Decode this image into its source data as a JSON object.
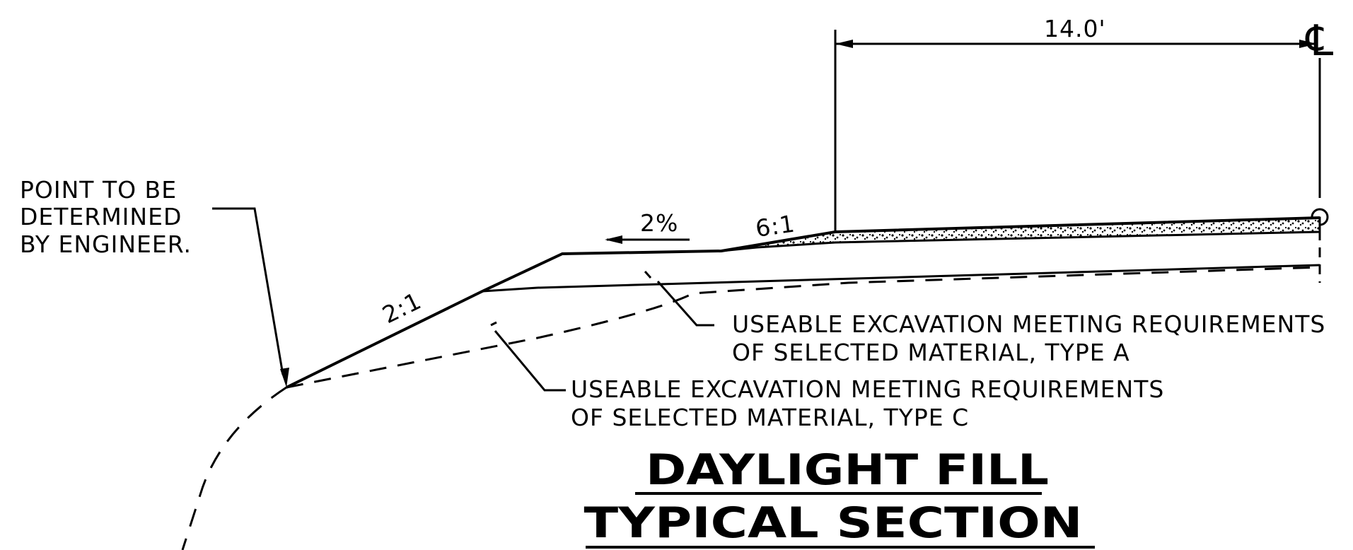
{
  "dimension": {
    "width_label": "14.0'"
  },
  "centerline": {
    "symbol": "℄"
  },
  "slopes": {
    "cross_slope": "2%",
    "shoulder_slope": "6:1",
    "fill_slope": "2:1"
  },
  "notes": {
    "point_line1": "POINT TO BE",
    "point_line2": "DETERMINED",
    "point_line3": "BY ENGINEER.",
    "type_a_line1": "USEABLE EXCAVATION MEETING REQUIREMENTS",
    "type_a_line2": "OF SELECTED MATERIAL, TYPE A",
    "type_c_line1": "USEABLE EXCAVATION MEETING REQUIREMENTS",
    "type_c_line2": "OF SELECTED MATERIAL, TYPE C"
  },
  "title": {
    "line1": "DAYLIGHT FILL",
    "line2": "TYPICAL SECTION"
  }
}
